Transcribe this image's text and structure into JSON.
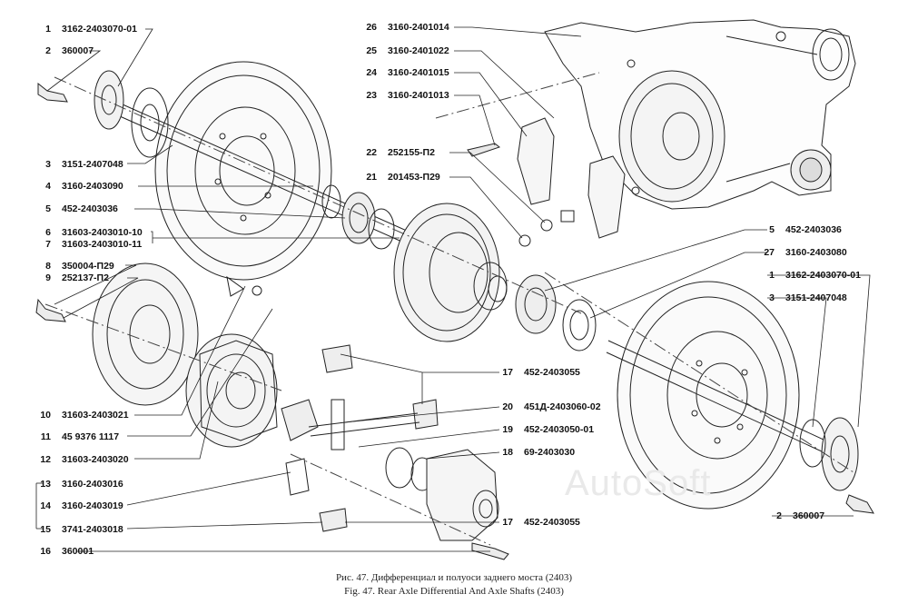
{
  "watermark": "AutoSoft",
  "caption": {
    "ru": "Рис. 47. Дифференциал и полуоси заднего моста (2403)",
    "en": "Fig. 47. Rear Axle Differential And Axle Shafts (2403)"
  },
  "callouts": {
    "left": [
      {
        "num": "1",
        "code": "3162-2403070-01"
      },
      {
        "num": "2",
        "code": "360007"
      },
      {
        "num": "3",
        "code": "3151-2407048"
      },
      {
        "num": "4",
        "code": "3160-2403090"
      },
      {
        "num": "5",
        "code": "452-2403036"
      },
      {
        "num": "6",
        "code": "31603-2403010-10"
      },
      {
        "num": "7",
        "code": "31603-2403010-11"
      },
      {
        "num": "8",
        "code": "350004-П29"
      },
      {
        "num": "9",
        "code": "252137-П2"
      },
      {
        "num": "10",
        "code": "31603-2403021"
      },
      {
        "num": "11",
        "code": "45 9376 1117"
      },
      {
        "num": "12",
        "code": "31603-2403020"
      },
      {
        "num": "13",
        "code": "3160-2403016"
      },
      {
        "num": "14",
        "code": "3160-2403019"
      },
      {
        "num": "15",
        "code": "3741-2403018"
      },
      {
        "num": "16",
        "code": "360001"
      }
    ],
    "mid": [
      {
        "num": "26",
        "code": "3160-2401014"
      },
      {
        "num": "25",
        "code": "3160-2401022"
      },
      {
        "num": "24",
        "code": "3160-2401015"
      },
      {
        "num": "23",
        "code": "3160-2401013"
      },
      {
        "num": "22",
        "code": "252155-П2"
      },
      {
        "num": "21",
        "code": "201453-П29"
      }
    ],
    "right": [
      {
        "num": "5",
        "code": "452-2403036"
      },
      {
        "num": "27",
        "code": "3160-2403080"
      },
      {
        "num": "1",
        "code": "3162-2403070-01"
      },
      {
        "num": "3",
        "code": "3151-2407048"
      },
      {
        "num": "17",
        "code": "452-2403055"
      },
      {
        "num": "20",
        "code": "451Д-2403060-02"
      },
      {
        "num": "19",
        "code": "452-2403050-01"
      },
      {
        "num": "18",
        "code": "69-2403030"
      },
      {
        "num": "17",
        "code": "452-2403055"
      },
      {
        "num": "2",
        "code": "360007"
      }
    ]
  }
}
